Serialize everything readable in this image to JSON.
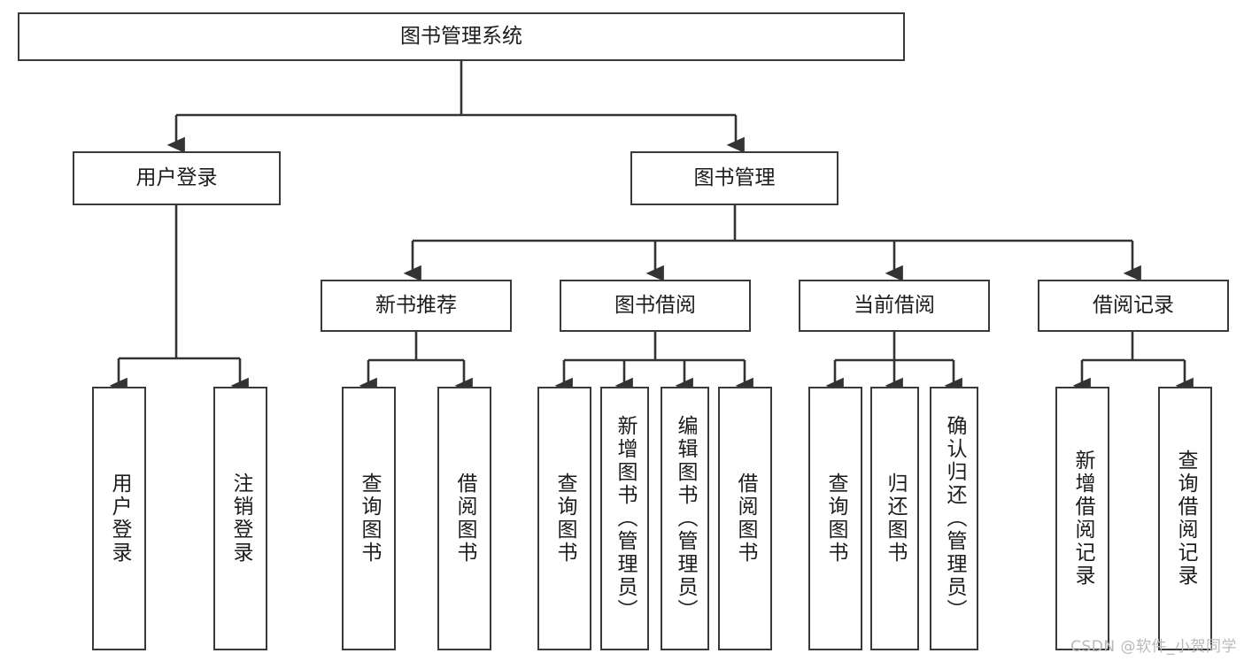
{
  "diagram": {
    "type": "tree-hierarchy",
    "title": "图书管理系统",
    "watermark": "CSDN @软件_小贺同学",
    "colors": {
      "background": "#ffffff",
      "node_border": "#3a3a3a",
      "node_fill": "#ffffff",
      "edge": "#333333",
      "text": "#1c1c1c",
      "watermark": "#b9b9b9"
    },
    "levels": {
      "root": [
        "图书管理系统"
      ],
      "level2": [
        "用户登录",
        "图书管理"
      ],
      "level3": [
        "新书推荐",
        "图书借阅",
        "当前借阅",
        "借阅记录"
      ],
      "level4": [
        "用户登录",
        "注销登录",
        "查询图书",
        "借阅图书",
        "查询图书",
        "新增图书（管理员）",
        "编辑图书（管理员）",
        "借阅图书",
        "查询图书",
        "归还图书",
        "确认归还（管理员）",
        "新增借阅记录",
        "查询借阅记录"
      ]
    },
    "nodes": {
      "root": {
        "label": "图书管理系统"
      },
      "user_login": {
        "label": "用户登录"
      },
      "book_manage": {
        "label": "图书管理"
      },
      "new_book_rec": {
        "label": "新书推荐"
      },
      "book_borrow": {
        "label": "图书借阅"
      },
      "current_borrow": {
        "label": "当前借阅"
      },
      "borrow_record": {
        "label": "借阅记录"
      },
      "leaf_user_login": {
        "label": "用户登录"
      },
      "leaf_logout": {
        "label": "注销登录"
      },
      "leaf_query_book_1": {
        "label": "查询图书"
      },
      "leaf_borrow_book_1": {
        "label": "借阅图书"
      },
      "leaf_query_book_2": {
        "label": "查询图书"
      },
      "leaf_add_book_admin": {
        "label": "新增图书（管理员）"
      },
      "leaf_edit_book_admin": {
        "label": "编辑图书（管理员）"
      },
      "leaf_borrow_book_2": {
        "label": "借阅图书"
      },
      "leaf_query_book_3": {
        "label": "查询图书"
      },
      "leaf_return_book": {
        "label": "归还图书"
      },
      "leaf_confirm_return_admin": {
        "label": "确认归还（管理员）"
      },
      "leaf_add_borrow_record": {
        "label": "新增借阅记录"
      },
      "leaf_query_borrow_record": {
        "label": "查询借阅记录"
      }
    },
    "edges": [
      {
        "from": "root",
        "to": "user_login"
      },
      {
        "from": "root",
        "to": "book_manage"
      },
      {
        "from": "book_manage",
        "to": "new_book_rec"
      },
      {
        "from": "book_manage",
        "to": "book_borrow"
      },
      {
        "from": "book_manage",
        "to": "current_borrow"
      },
      {
        "from": "book_manage",
        "to": "borrow_record"
      },
      {
        "from": "user_login",
        "to": "leaf_user_login"
      },
      {
        "from": "user_login",
        "to": "leaf_logout"
      },
      {
        "from": "new_book_rec",
        "to": "leaf_query_book_1"
      },
      {
        "from": "new_book_rec",
        "to": "leaf_borrow_book_1"
      },
      {
        "from": "book_borrow",
        "to": "leaf_query_book_2"
      },
      {
        "from": "book_borrow",
        "to": "leaf_add_book_admin"
      },
      {
        "from": "book_borrow",
        "to": "leaf_edit_book_admin"
      },
      {
        "from": "book_borrow",
        "to": "leaf_borrow_book_2"
      },
      {
        "from": "current_borrow",
        "to": "leaf_query_book_3"
      },
      {
        "from": "current_borrow",
        "to": "leaf_return_book"
      },
      {
        "from": "current_borrow",
        "to": "leaf_confirm_return_admin"
      },
      {
        "from": "borrow_record",
        "to": "leaf_add_borrow_record"
      },
      {
        "from": "borrow_record",
        "to": "leaf_query_borrow_record"
      }
    ]
  }
}
